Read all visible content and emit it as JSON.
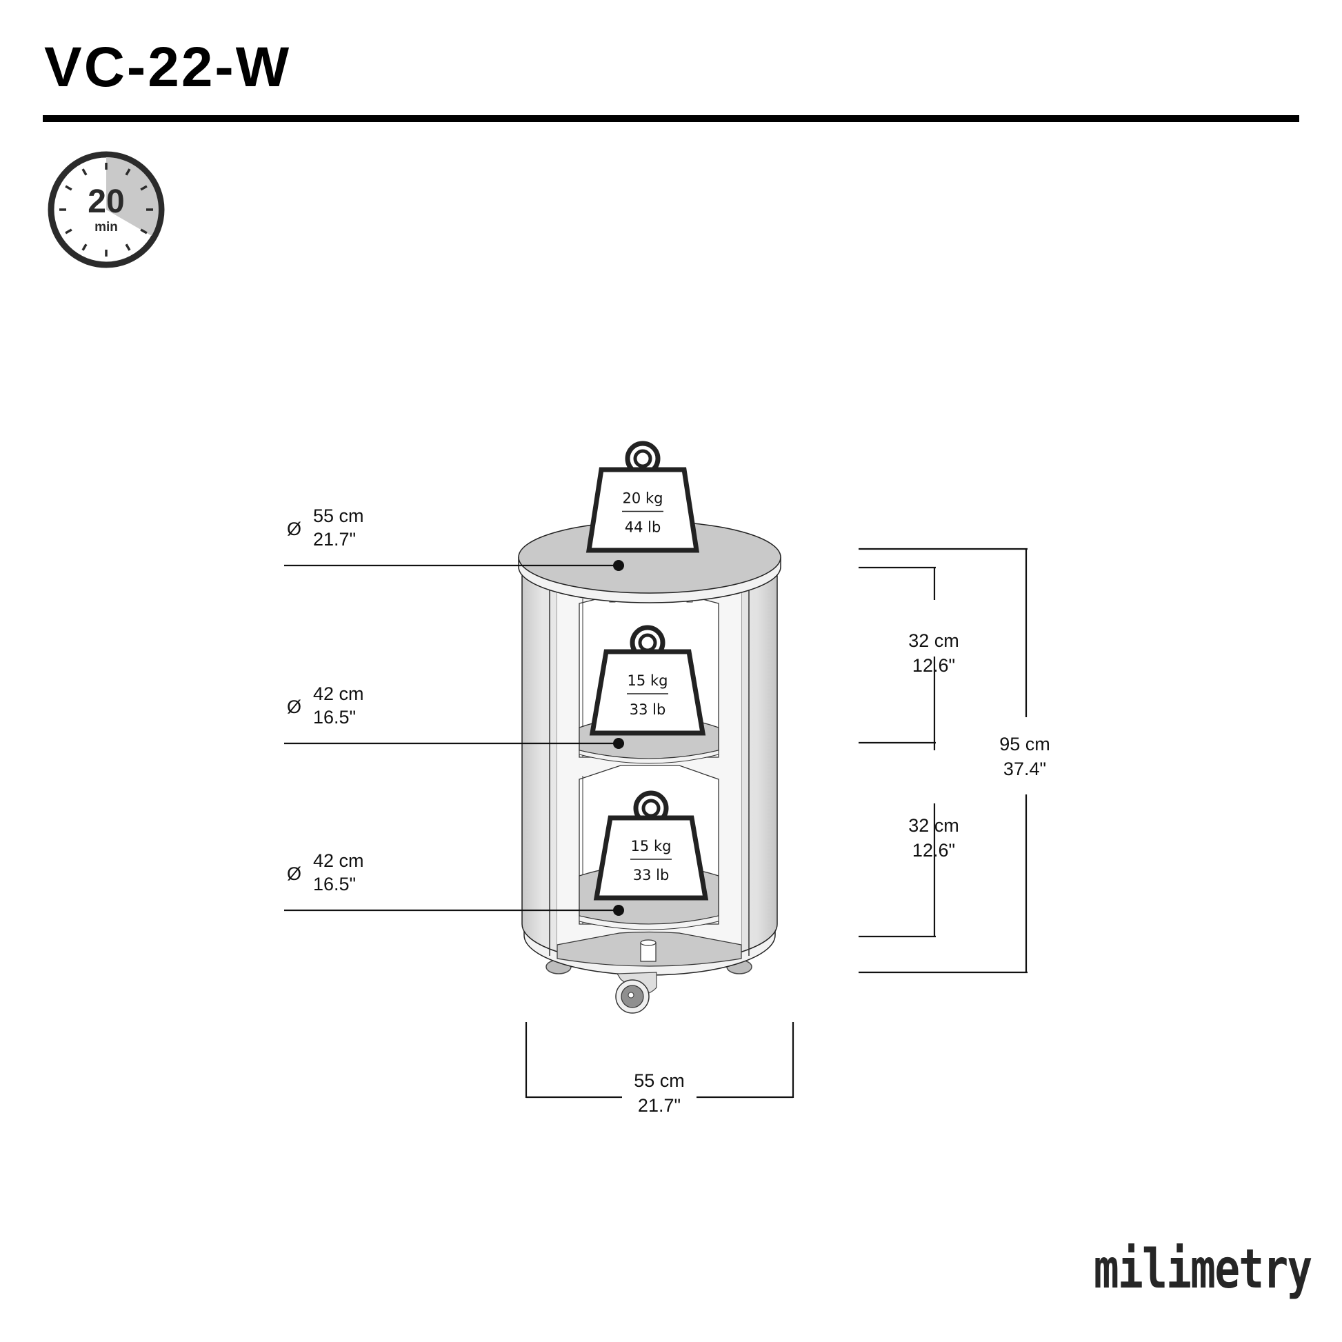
{
  "header": {
    "model_code": "VC-22-W"
  },
  "assembly_time": {
    "value": "20",
    "unit": "min",
    "minutes": 20,
    "icon": "stopwatch-icon"
  },
  "product_drawing": {
    "description": "Round rolling cabinet with two inner shelves and casters",
    "colors": {
      "surface": "#c8c8c8",
      "body": "#ececec",
      "line": "#111111",
      "icon": "#2b2b2b"
    }
  },
  "diameters": [
    {
      "symbol": "Ø",
      "metric": "55 cm",
      "imperial": "21.7\"",
      "target": "top"
    },
    {
      "symbol": "Ø",
      "metric": "42 cm",
      "imperial": "16.5\"",
      "target": "middle shelf"
    },
    {
      "symbol": "Ø",
      "metric": "42 cm",
      "imperial": "16.5\"",
      "target": "bottom shelf"
    }
  ],
  "load_capacities": [
    {
      "metric": "20 kg",
      "imperial": "44 lb",
      "target": "top"
    },
    {
      "metric": "15 kg",
      "imperial": "33 lb",
      "target": "middle shelf"
    },
    {
      "metric": "15 kg",
      "imperial": "33 lb",
      "target": "bottom shelf"
    }
  ],
  "heights": [
    {
      "metric": "32 cm",
      "imperial": "12.6\"",
      "segment": "upper compartment"
    },
    {
      "metric": "32 cm",
      "imperial": "12.6\"",
      "segment": "lower compartment"
    }
  ],
  "total_height": {
    "metric": "95 cm",
    "imperial": "37.4\""
  },
  "width": {
    "metric": "55 cm",
    "imperial": "21.7\""
  },
  "brand": {
    "logo_text": "milimetry"
  }
}
